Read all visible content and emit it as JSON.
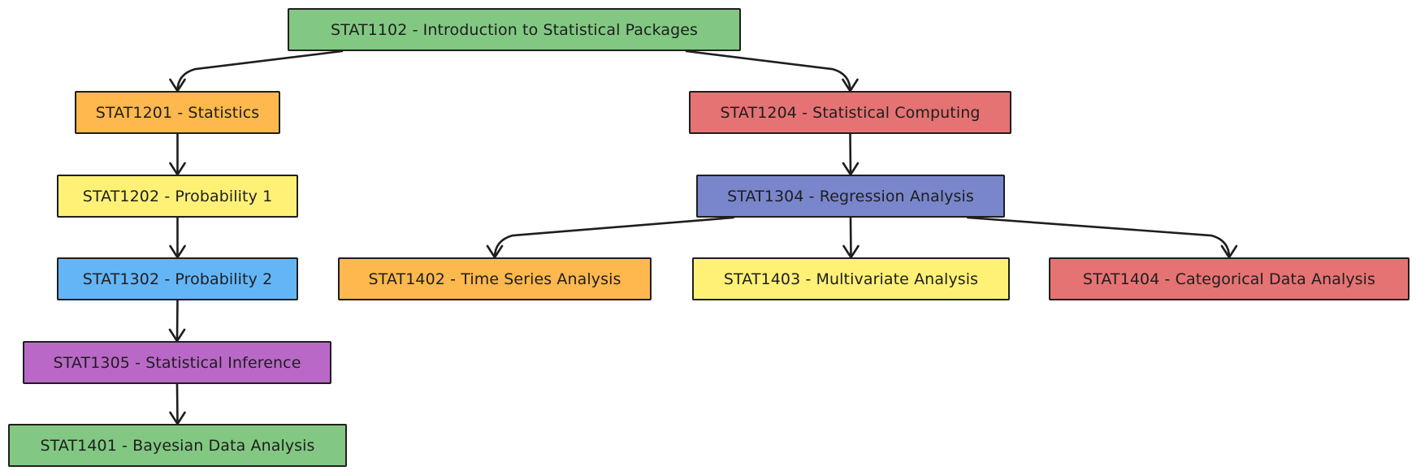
{
  "diagram": {
    "colors": {
      "green": "#82c882",
      "orange": "#ffb84d",
      "red": "#e57373",
      "yellow": "#fff176",
      "blue": "#64b5f6",
      "purple": "#ba68c8",
      "indigo": "#7986cb",
      "stroke": "#1e1e1e"
    },
    "nodes": [
      {
        "id": "stat1102",
        "label": "STAT1102 - Introduction to Statistical Packages",
        "color": "green"
      },
      {
        "id": "stat1201",
        "label": "STAT1201 - Statistics",
        "color": "orange"
      },
      {
        "id": "stat1204",
        "label": "STAT1204 - Statistical Computing",
        "color": "red"
      },
      {
        "id": "stat1202",
        "label": "STAT1202 - Probability 1",
        "color": "yellow"
      },
      {
        "id": "stat1304",
        "label": "STAT1304 - Regression Analysis",
        "color": "indigo"
      },
      {
        "id": "stat1302",
        "label": "STAT1302 - Probability 2",
        "color": "blue"
      },
      {
        "id": "stat1402",
        "label": "STAT1402 - Time Series Analysis",
        "color": "orange"
      },
      {
        "id": "stat1403",
        "label": "STAT1403 - Multivariate Analysis",
        "color": "yellow"
      },
      {
        "id": "stat1404",
        "label": "STAT1404 - Categorical Data Analysis",
        "color": "red"
      },
      {
        "id": "stat1305",
        "label": "STAT1305 - Statistical Inference",
        "color": "purple"
      },
      {
        "id": "stat1401",
        "label": "STAT1401 - Bayesian Data Analysis",
        "color": "green"
      }
    ],
    "edges": [
      {
        "from": "stat1102",
        "to": "stat1201"
      },
      {
        "from": "stat1102",
        "to": "stat1204"
      },
      {
        "from": "stat1201",
        "to": "stat1202"
      },
      {
        "from": "stat1202",
        "to": "stat1302"
      },
      {
        "from": "stat1302",
        "to": "stat1305"
      },
      {
        "from": "stat1305",
        "to": "stat1401"
      },
      {
        "from": "stat1204",
        "to": "stat1304"
      },
      {
        "from": "stat1304",
        "to": "stat1402"
      },
      {
        "from": "stat1304",
        "to": "stat1403"
      },
      {
        "from": "stat1304",
        "to": "stat1404"
      }
    ]
  }
}
